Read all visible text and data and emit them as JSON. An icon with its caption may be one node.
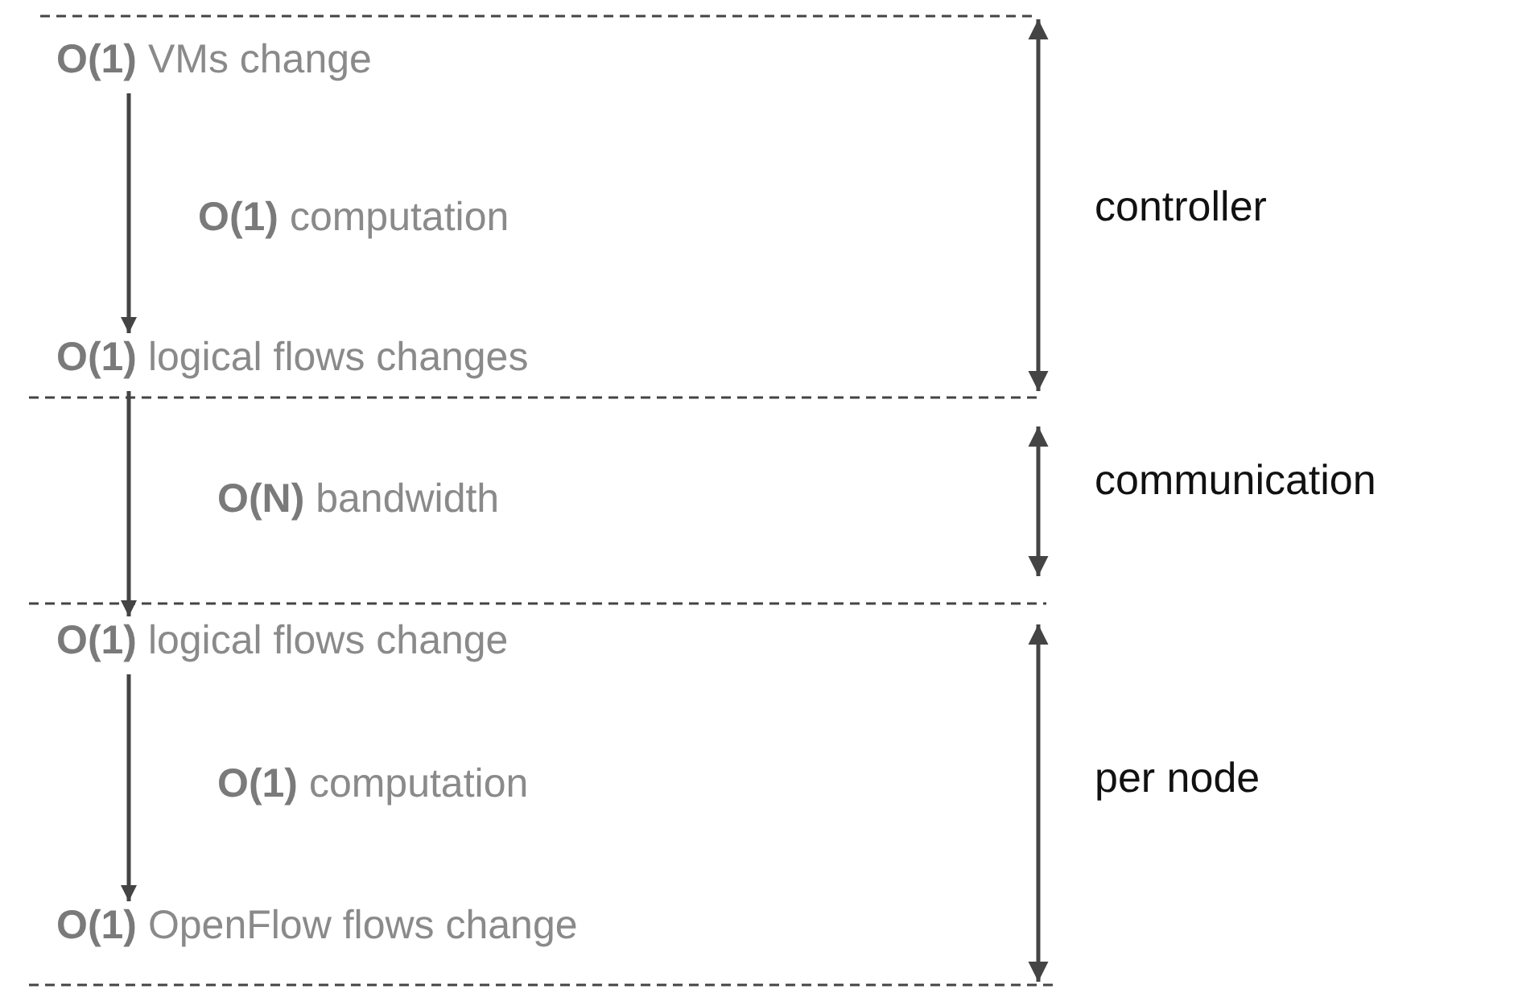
{
  "diagram": {
    "nodes": [
      {
        "text": [
          "**O(1)** VMs change"
        ]
      },
      {
        "text": [
          "**O(1)** logical flows changes"
        ]
      },
      {
        "text": [
          "**O(1)** logical flows change"
        ]
      },
      {
        "text": [
          "**O(1)** OpenFlow flows change"
        ]
      }
    ],
    "edges": [
      {
        "from": 0,
        "to": 1,
        "arrow": "to",
        "label": "**O(1)** computation"
      },
      {
        "from": 1,
        "to": 2,
        "arrow": "to",
        "label": "**O(N)** bandwidth"
      },
      {
        "from": 2,
        "to": 3,
        "arrow": "to",
        "label": "**O(1)** computation"
      }
    ],
    "labels": [
      "controller",
      "communication",
      "per node"
    ]
  }
}
